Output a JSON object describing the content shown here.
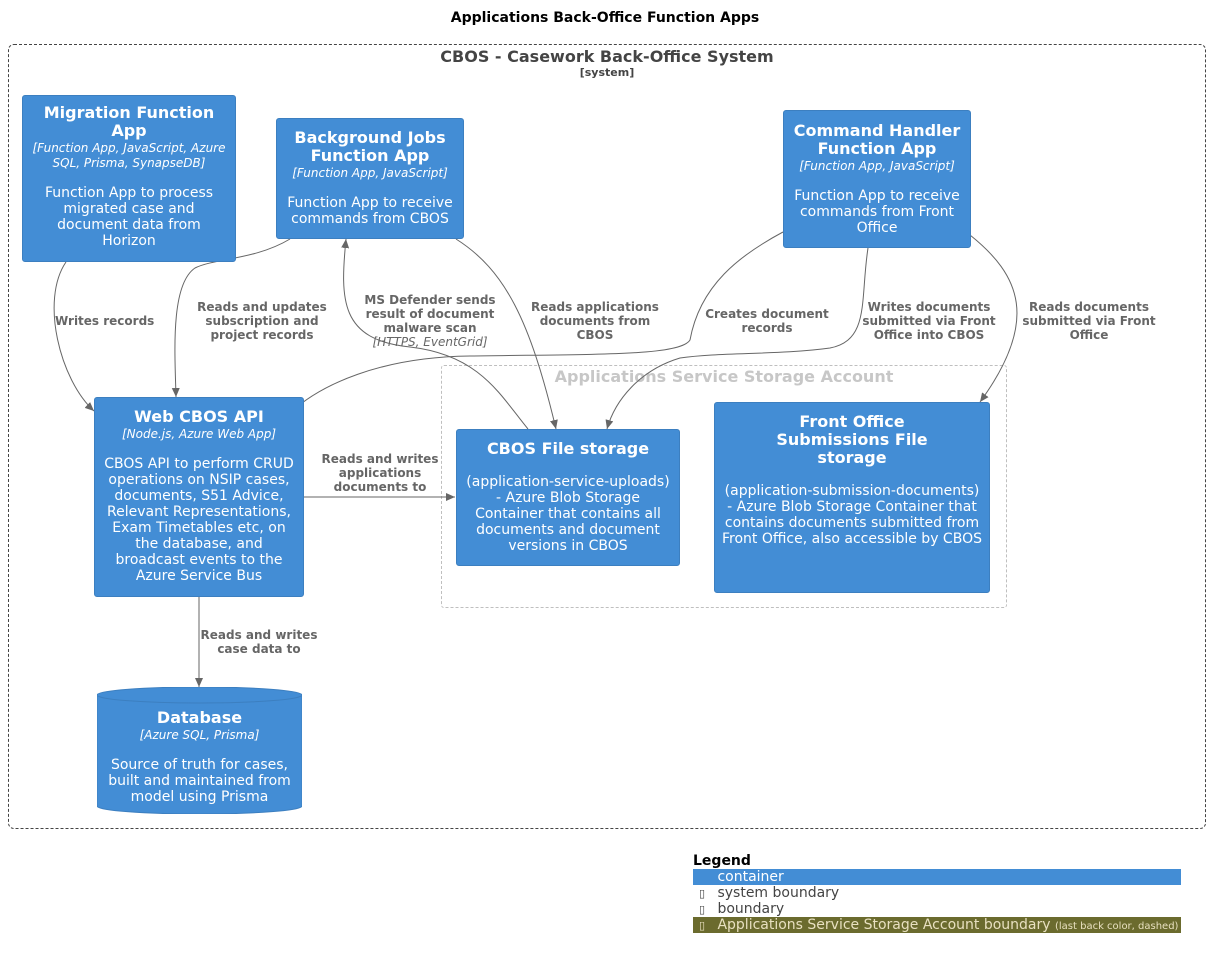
{
  "title": "Applications Back-Office Function Apps",
  "system": {
    "name": "CBOS - Casework Back-Office System",
    "stereotype": "[system]"
  },
  "storage_account": {
    "name": "Applications Service Storage Account"
  },
  "containers": {
    "migration": {
      "name": "Migration Function App",
      "tech": "[Function App, JavaScript, Azure SQL, Prisma, SynapseDB]",
      "desc": "Function App to process migrated case and document data from Horizon"
    },
    "background": {
      "name": "Background Jobs Function App",
      "tech": "[Function App, JavaScript]",
      "desc": "Function App to receive commands from CBOS"
    },
    "command": {
      "name": "Command Handler Function App",
      "tech": "[Function App, JavaScript]",
      "desc": "Function App to receive commands from Front Office"
    },
    "api": {
      "name": "Web CBOS API",
      "tech": "[Node.js, Azure Web App]",
      "desc": "CBOS API to perform CRUD operations on NSIP cases, documents, S51 Advice, Relevant Representations, Exam Timetables etc, on the database, and broadcast events to the Azure Service Bus"
    },
    "cbos_storage": {
      "name": "CBOS File storage",
      "desc": "(application-service-uploads) - Azure Blob Storage Container that contains all documents and document versions in CBOS"
    },
    "fo_storage": {
      "name": "Front Office Submissions File storage",
      "desc": "(application-submission-documents) - Azure Blob Storage Container that contains documents submitted from Front Office, also accessible by CBOS"
    },
    "database": {
      "name": "Database",
      "tech": "[Azure SQL, Prisma]",
      "desc": "Source of truth for cases, built and maintained from model using Prisma"
    }
  },
  "relationships": {
    "writes_records": "Writes records",
    "reads_updates": "Reads and updates subscription and project records",
    "defender": "MS Defender sends result of document malware scan",
    "defender_tech": "[HTTPS, EventGrid]",
    "reads_apps_docs": "Reads applications documents from CBOS",
    "creates_doc_records": "Creates document records",
    "writes_docs": "Writes documents submitted via Front Office into CBOS",
    "reads_docs_fo": "Reads documents submitted via Front Office",
    "reads_writes_docs": "Reads and writes applications documents to",
    "reads_writes_case": "Reads and writes case data to"
  },
  "legend": {
    "title": "Legend",
    "container": "container",
    "system_boundary": "system boundary",
    "boundary": "boundary",
    "storage_boundary": "Applications Service Storage Account boundary",
    "storage_boundary_note": "(last back color, dashed)"
  },
  "colors": {
    "container_fill": "#438dd5",
    "edge": "#666666",
    "storage_legend": "#6b6b2e"
  }
}
